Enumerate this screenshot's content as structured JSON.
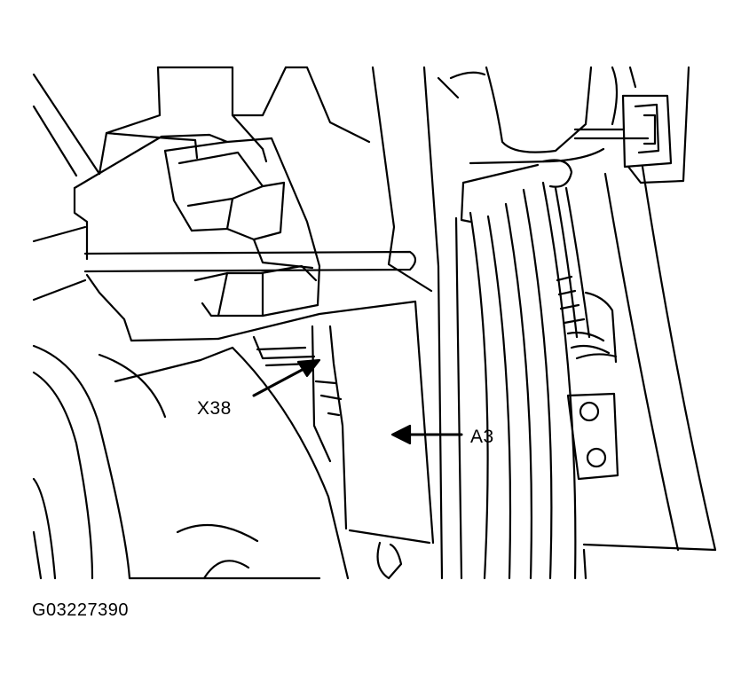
{
  "callouts": {
    "connector": "X38",
    "module": "A3"
  },
  "figure_id": "G03227390",
  "colors": {
    "line": "#000000",
    "background": "#ffffff"
  }
}
